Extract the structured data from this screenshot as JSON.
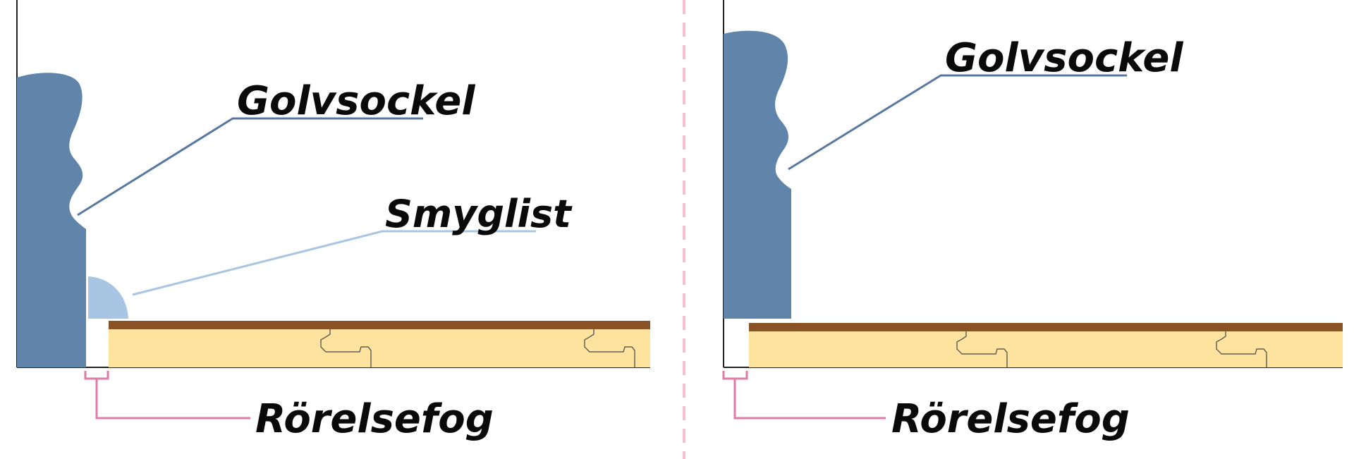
{
  "left_panel": {
    "golvsockel_label": "Golvsockel",
    "smyglist_label": "Smyglist",
    "rorelsefog_label": "Rörelsefog"
  },
  "right_panel": {
    "golvsockel_label": "Golvsockel",
    "rorelsefog_label": "Rörelsefog"
  },
  "colors": {
    "skirting": "#6184ab",
    "smyglist": "#a8c5e3",
    "floor_top": "#8a5326",
    "floor_core": "#fde39e",
    "leader_blue": "#5878a0",
    "leader_lightblue": "#a8c5e3",
    "rorelsefog_pink": "#e07aa6",
    "divider_pink": "#f4bfd2",
    "wall_line": "#222222"
  }
}
